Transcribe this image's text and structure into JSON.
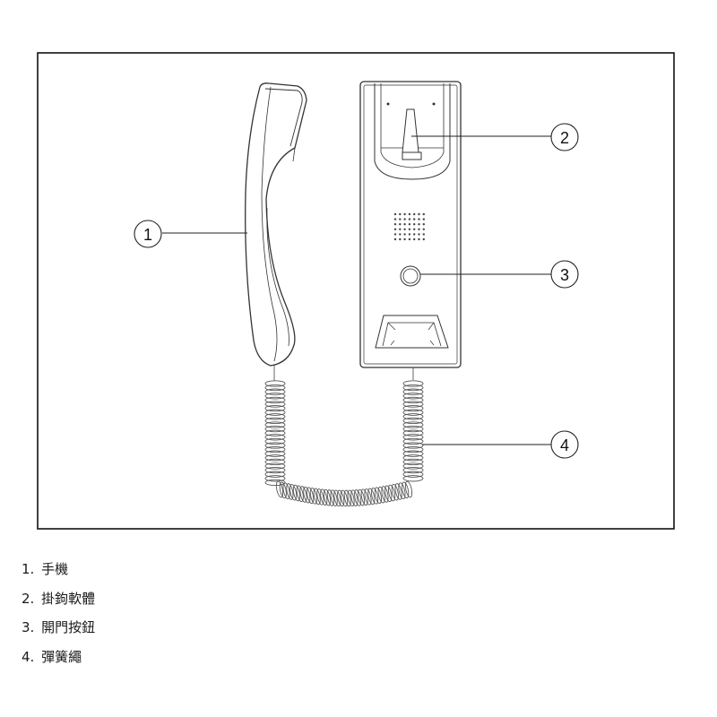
{
  "callouts": [
    {
      "number": "1"
    },
    {
      "number": "2"
    },
    {
      "number": "3"
    },
    {
      "number": "4"
    }
  ],
  "legend": [
    {
      "number": "1.",
      "label": "手機"
    },
    {
      "number": "2.",
      "label": "掛鉤軟體"
    },
    {
      "number": "3.",
      "label": "開門按鈕"
    },
    {
      "number": "4.",
      "label": "彈簧繩"
    }
  ]
}
